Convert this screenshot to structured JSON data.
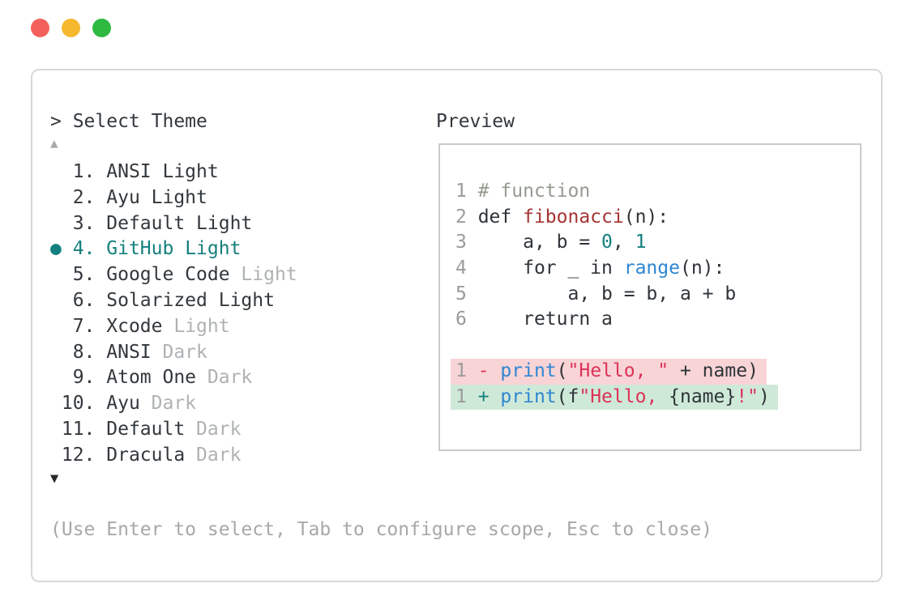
{
  "window": {
    "controls": [
      {
        "name": "close",
        "color_key": "tl-red"
      },
      {
        "name": "minimize",
        "color_key": "tl-yellow"
      },
      {
        "name": "zoom",
        "color_key": "tl-green"
      }
    ]
  },
  "selector": {
    "prompt": "> Select Theme",
    "up_arrow": "▲",
    "down_arrow": "▼",
    "selected_bullet": "●",
    "footer": "(Use Enter to select, Tab to configure scope, Esc to close)",
    "items": [
      {
        "number": 1,
        "name": "ANSI",
        "suffix": "Light",
        "suffix_muted": false,
        "selected": false
      },
      {
        "number": 2,
        "name": "Ayu",
        "suffix": "Light",
        "suffix_muted": false,
        "selected": false
      },
      {
        "number": 3,
        "name": "Default",
        "suffix": "Light",
        "suffix_muted": false,
        "selected": false
      },
      {
        "number": 4,
        "name": "GitHub",
        "suffix": "Light",
        "suffix_muted": false,
        "selected": true
      },
      {
        "number": 5,
        "name": "Google Code",
        "suffix": "Light",
        "suffix_muted": true,
        "selected": false
      },
      {
        "number": 6,
        "name": "Solarized",
        "suffix": "Light",
        "suffix_muted": false,
        "selected": false
      },
      {
        "number": 7,
        "name": "Xcode",
        "suffix": "Light",
        "suffix_muted": true,
        "selected": false
      },
      {
        "number": 8,
        "name": "ANSI",
        "suffix": "Dark",
        "suffix_muted": true,
        "selected": false
      },
      {
        "number": 9,
        "name": "Atom One",
        "suffix": "Dark",
        "suffix_muted": true,
        "selected": false
      },
      {
        "number": 10,
        "name": "Ayu",
        "suffix": "Dark",
        "suffix_muted": true,
        "selected": false
      },
      {
        "number": 11,
        "name": "Default",
        "suffix": "Dark",
        "suffix_muted": true,
        "selected": false
      },
      {
        "number": 12,
        "name": "Dracula",
        "suffix": "Dark",
        "suffix_muted": true,
        "selected": false
      }
    ]
  },
  "preview": {
    "label": "Preview",
    "code_lines": [
      {
        "num": "1",
        "diff": null,
        "tokens": [
          [
            "# function",
            "comment"
          ]
        ]
      },
      {
        "num": "2",
        "diff": null,
        "tokens": [
          [
            "def ",
            "code"
          ],
          [
            "fibonacci",
            "func"
          ],
          [
            "(n):",
            "code"
          ]
        ]
      },
      {
        "num": "3",
        "diff": null,
        "tokens": [
          [
            "    a, b = ",
            "code"
          ],
          [
            "0",
            "number"
          ],
          [
            ", ",
            "code"
          ],
          [
            "1",
            "number"
          ]
        ]
      },
      {
        "num": "4",
        "diff": null,
        "tokens": [
          [
            "    for _ in ",
            "code"
          ],
          [
            "range",
            "builtin"
          ],
          [
            "(n):",
            "code"
          ]
        ]
      },
      {
        "num": "5",
        "diff": null,
        "tokens": [
          [
            "        a, b = b, a + b",
            "code"
          ]
        ]
      },
      {
        "num": "6",
        "diff": null,
        "tokens": [
          [
            "    return a",
            "code"
          ]
        ]
      },
      {
        "num": "",
        "diff": null,
        "tokens": []
      },
      {
        "num": "1",
        "diff": "del",
        "tokens": [
          [
            "- ",
            "sign-del"
          ],
          [
            "print",
            "builtin"
          ],
          [
            "(",
            "code"
          ],
          [
            "\"Hello, \"",
            "string"
          ],
          [
            " + name)",
            "code"
          ]
        ]
      },
      {
        "num": "1",
        "diff": "add",
        "tokens": [
          [
            "+ ",
            "sign-add"
          ],
          [
            "print",
            "builtin"
          ],
          [
            "(f",
            "code"
          ],
          [
            "\"Hello, ",
            "string"
          ],
          [
            "{name}",
            "code"
          ],
          [
            "!\"",
            "string"
          ],
          [
            ")",
            "code"
          ]
        ]
      }
    ]
  },
  "colors": {
    "tl-red": "#F4615C",
    "tl-yellow": "#F5B82E",
    "tl-green": "#2EB940",
    "panel-border": "#D8D8D8",
    "box-border": "#CBCBCB",
    "text": "#33383D",
    "muted": "#AFB2B4",
    "footer": "#A8A8A8",
    "arrow-muted": "#A9A9A9",
    "arrow-dark": "#27292B",
    "code": "#2F3439",
    "linenum": "#9B9B9B",
    "comment": "#949B8F",
    "brick": "#A53434",
    "teal": "#14807E",
    "blue": "#2E86D2",
    "crimson": "#DC3358",
    "del-bg": "#F8D4D6",
    "add-bg": "#CFE9D8"
  }
}
